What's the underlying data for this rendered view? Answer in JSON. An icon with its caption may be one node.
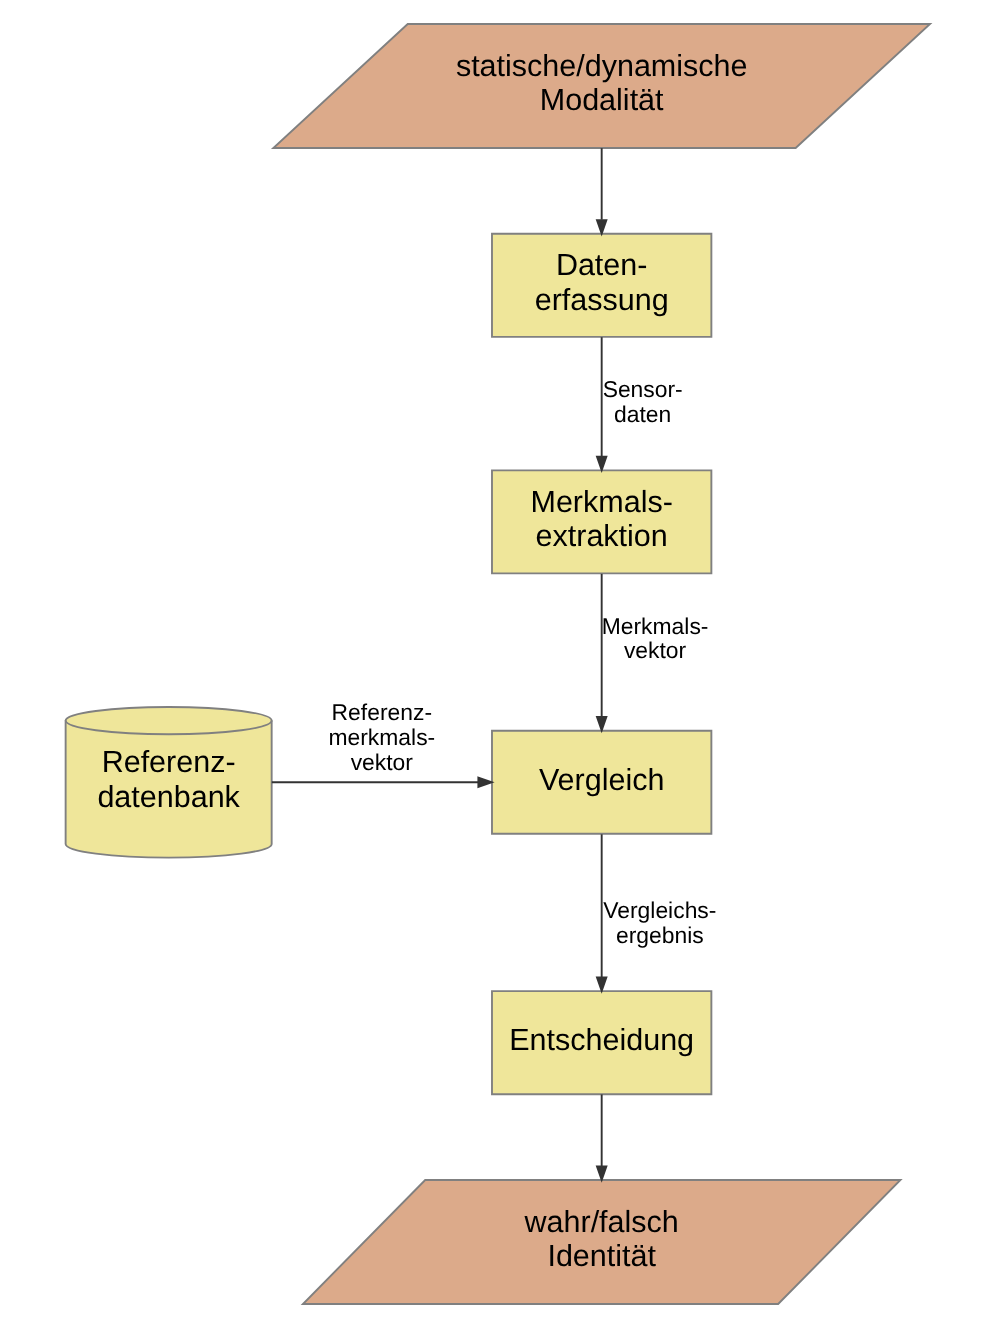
{
  "diagram": {
    "nodes": [
      {
        "text": [
          "statische/dynamische Modalität"
        ]
      },
      {
        "text": [
          "Daten- erfassung"
        ]
      },
      {
        "text": [
          "Merkmals- extraktion"
        ]
      },
      {
        "text": [
          "Referenz- datenbank"
        ]
      },
      {
        "text": [
          "Vergleich"
        ]
      },
      {
        "text": [
          "Entscheidung"
        ]
      },
      {
        "text": [
          "wahr/falsch Identität"
        ]
      }
    ],
    "edges": [
      {
        "from": 0,
        "to": 1,
        "arrow": "to"
      },
      {
        "from": 1,
        "to": 2,
        "arrow": "to",
        "label": "Sensor- daten"
      },
      {
        "from": 2,
        "to": 4,
        "arrow": "to",
        "label": "Merkmals- vektor"
      },
      {
        "from": 3,
        "to": 4,
        "arrow": "to",
        "label": "Referenz- merkmals- vektor"
      },
      {
        "from": 4,
        "to": 5,
        "arrow": "to",
        "label": "Vergleichs- ergebnis"
      },
      {
        "from": 5,
        "to": 6,
        "arrow": "to"
      }
    ]
  }
}
